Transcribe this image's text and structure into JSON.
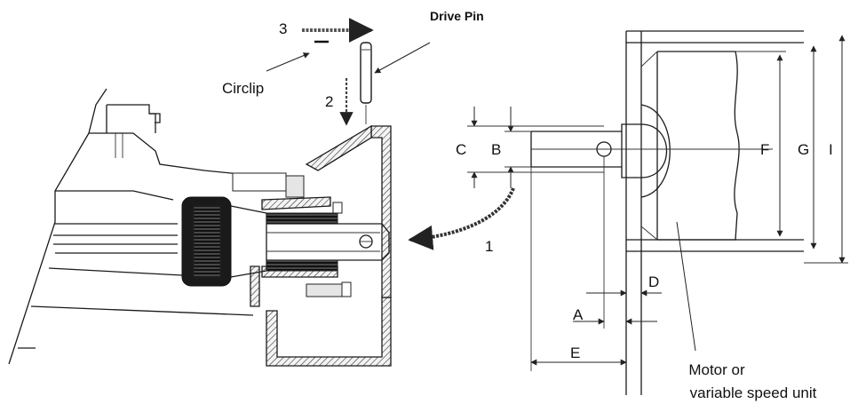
{
  "labels": {
    "drive_pin": "Drive Pin",
    "circlip": "Circlip",
    "step1": "1",
    "step2": "2",
    "step3": "3",
    "dim_a": "A",
    "dim_b": "B",
    "dim_c": "C",
    "dim_d": "D",
    "dim_e": "E",
    "dim_f": "F",
    "dim_g": "G",
    "dim_i": "I",
    "motor_line1": "Motor or",
    "motor_line2": "variable speed unit"
  }
}
